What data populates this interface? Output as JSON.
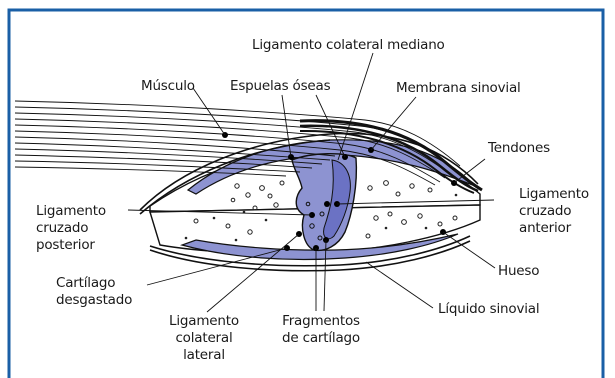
{
  "colors": {
    "border": "#1a5fa6",
    "synovial_fill": "#8d93d1",
    "synovial_dark": "#6b72c4",
    "ink": "#111111",
    "background": "#ffffff"
  },
  "labels": {
    "ligamento_colateral_mediano": "Ligamento colateral mediano",
    "musculo": "Músculo",
    "espuelas_oseas": "Espuelas óseas",
    "membrana_sinovial": "Membrana sinovial",
    "tendones": "Tendones",
    "ligamento_cruzado_posterior": [
      "Ligamento",
      "cruzado",
      "posterior"
    ],
    "ligamento_cruzado_anterior": [
      "Ligamento",
      "cruzado",
      "anterior"
    ],
    "hueso": "Hueso",
    "cartilago_desgastado": [
      "Cartílago",
      "desgastado"
    ],
    "liquido_sinovial": "Líquido sinovial",
    "ligamento_colateral_lateral": [
      "Ligamento",
      "colateral",
      "lateral"
    ],
    "fragmentos_de_cartilago": [
      "Fragmentos",
      "de cartílago"
    ]
  }
}
